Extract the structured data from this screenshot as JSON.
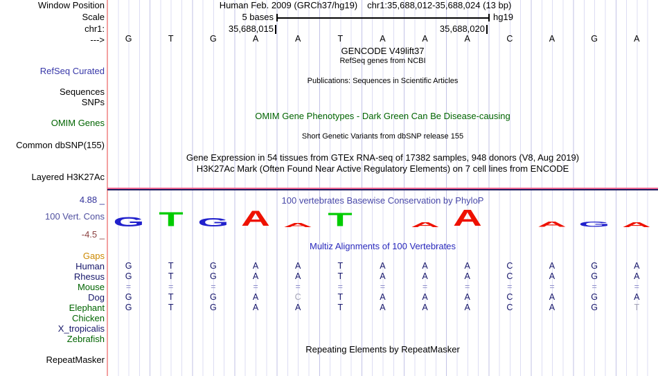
{
  "header": {
    "assembly_title": "Human Feb. 2009 (GRCh37/hg19)",
    "position_title": "chr1:35,688,012-35,688,024 (13 bp)",
    "window_position_label": "Window Position",
    "scale_label": "Scale",
    "scale_value": "5 bases",
    "scale_assembly": "hg19",
    "chrom_label": "chr1:",
    "ruler_left": "35,688,015",
    "ruler_right": "35,688,020",
    "strand_label": "--->"
  },
  "sequence": [
    "G",
    "T",
    "G",
    "A",
    "A",
    "T",
    "A",
    "A",
    "A",
    "C",
    "A",
    "G",
    "A"
  ],
  "tracks": {
    "gencode_title": "GENCODE V49lift37",
    "refseq_center": "RefSeq genes from NCBI",
    "refseq_label": "RefSeq Curated",
    "pubs_center": "Publications: Sequences in Scientific Articles",
    "sequences_label": "Sequences",
    "snps_label": "SNPs",
    "omim_center": "OMIM Gene Phenotypes - Dark Green Can Be Disease-causing",
    "omim_label": "OMIM Genes",
    "dbsnp_center": "Short Genetic Variants from dbSNP release 155",
    "dbsnp_label": "Common dbSNP(155)",
    "gtex_center": "Gene Expression in 54 tissues from GTEx RNA-seq of 17382 samples, 948 donors (V8, Aug 2019)",
    "h3k27ac_center": "H3K27Ac Mark (Often Found Near Active Regulatory Elements) on 7 cell lines from ENCODE",
    "h3k27ac_label": "Layered H3K27Ac",
    "repeat_center": "Repeating Elements by RepeatMasker",
    "repeat_label": "RepeatMasker"
  },
  "conservation": {
    "title": "100 vertebrates Basewise Conservation by PhyloP",
    "label": "100 Vert. Cons",
    "max_label": "4.88 _",
    "min_label": "-4.5 _",
    "colors": {
      "A": "#ee1100",
      "G": "#2121cc",
      "T": "#00cc00"
    },
    "logos": [
      {
        "l": "G",
        "c": "#2121cc",
        "h": 14
      },
      {
        "l": "T",
        "c": "#00cc00",
        "h": 21
      },
      {
        "l": "G",
        "c": "#2121cc",
        "h": 13
      },
      {
        "l": "A",
        "c": "#ee1100",
        "h": 23
      },
      {
        "l": "A",
        "c": "#ee1100",
        "h": 6
      },
      {
        "l": "T",
        "c": "#00cc00",
        "h": 20
      },
      {
        "l": "",
        "c": "",
        "h": 0
      },
      {
        "l": "A",
        "c": "#ee1100",
        "h": 7
      },
      {
        "l": "A",
        "c": "#ee1100",
        "h": 24
      },
      {
        "l": "",
        "c": "",
        "h": 0
      },
      {
        "l": "A",
        "c": "#ee1100",
        "h": 8
      },
      {
        "l": "G",
        "c": "#2121cc",
        "h": 8
      },
      {
        "l": "A",
        "c": "#ee1100",
        "h": 7
      }
    ]
  },
  "alignment": {
    "title": "Multiz Alignments of 100 Vertebrates",
    "rows": [
      {
        "species": "Gaps",
        "color": "#cc8800",
        "cells": [
          "",
          "",
          "",
          "",
          "",
          "",
          "",
          "",
          "",
          "",
          "",
          "",
          ""
        ]
      },
      {
        "species": "Human",
        "color": "#151569",
        "cells": [
          "G",
          "T",
          "G",
          "A",
          "A",
          "T",
          "A",
          "A",
          "A",
          "C",
          "A",
          "G",
          "A"
        ]
      },
      {
        "species": "Rhesus",
        "color": "#151569",
        "cells": [
          "G",
          "T",
          "G",
          "A",
          "A",
          "T",
          "A",
          "A",
          "A",
          "C",
          "A",
          "G",
          "A"
        ]
      },
      {
        "species": "Mouse",
        "color": "#006400",
        "cells": [
          "=",
          "=",
          "=",
          "=",
          "=",
          "=",
          "=",
          "=",
          "=",
          "=",
          "=",
          "=",
          "="
        ]
      },
      {
        "species": "Dog",
        "color": "#151569",
        "cells": [
          "G",
          "T",
          "G",
          "A",
          {
            "t": "C",
            "dim": true
          },
          "T",
          "A",
          "A",
          "A",
          "C",
          "A",
          "G",
          "A"
        ]
      },
      {
        "species": "Elephant",
        "color": "#006400",
        "cells": [
          "G",
          "T",
          "G",
          "A",
          "A",
          "T",
          "A",
          "A",
          "A",
          "C",
          "A",
          "G",
          {
            "t": "T",
            "dim": true
          }
        ]
      },
      {
        "species": "Chicken",
        "color": "#006400",
        "cells": [
          "",
          "",
          "",
          "",
          "",
          "",
          "",
          "",
          "",
          "",
          "",
          "",
          ""
        ]
      },
      {
        "species": "X_tropicalis",
        "color": "#151569",
        "cells": [
          "",
          "",
          "",
          "",
          "",
          "",
          "",
          "",
          "",
          "",
          "",
          "",
          ""
        ]
      },
      {
        "species": "Zebrafish",
        "color": "#006400",
        "cells": [
          "",
          "",
          "",
          "",
          "",
          "",
          "",
          "",
          "",
          "",
          "",
          "",
          ""
        ]
      }
    ]
  }
}
